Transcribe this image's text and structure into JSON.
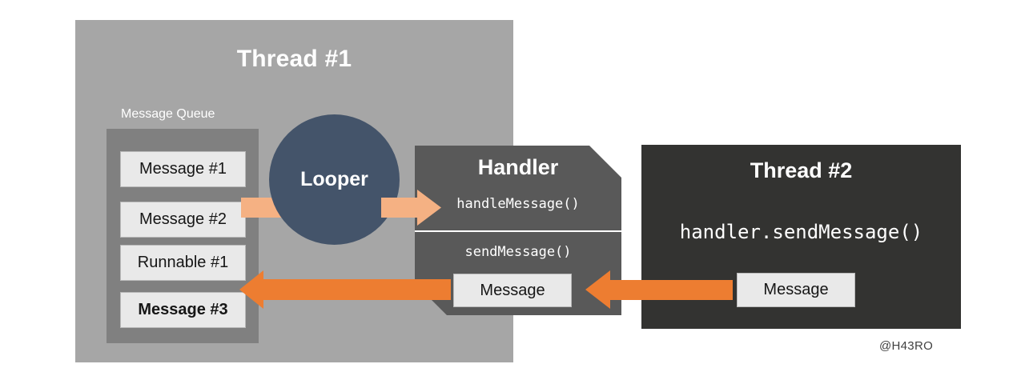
{
  "diagram": {
    "watermark": "@H43RO",
    "colors": {
      "thread1_bg": "#a6a6a6",
      "queue_bg": "#808080",
      "message_bg": "#e9e9e9",
      "looper_bg": "#44546a",
      "handler_bg": "#595959",
      "thread2_bg": "#333331",
      "arrow_light": "#f5b183",
      "arrow_dark": "#ed7d31",
      "page_bg": "#ffffff"
    }
  },
  "thread1": {
    "title": "Thread #1",
    "queue_label": "Message Queue",
    "queue_items": [
      {
        "label": "Message #1",
        "bold": false
      },
      {
        "label": "Message #2",
        "bold": false
      },
      {
        "label": "Runnable #1",
        "bold": false
      },
      {
        "label": "Message #3",
        "bold": true
      }
    ]
  },
  "looper": {
    "label": "Looper"
  },
  "handler": {
    "title": "Handler",
    "handle_method": "handleMessage()",
    "send_method": "sendMessage()",
    "message_label": "Message"
  },
  "thread2": {
    "title": "Thread #2",
    "method": "handler.sendMessage()",
    "message_label": "Message"
  },
  "arrows": [
    {
      "name": "queue-to-looper",
      "from": "Message #2",
      "to": "Looper",
      "direction": "right",
      "color": "#f5b183"
    },
    {
      "name": "looper-to-handler",
      "from": "Looper",
      "to": "handleMessage()",
      "direction": "right",
      "color": "#f5b183"
    },
    {
      "name": "handler-to-queue",
      "from": "Handler Message",
      "to": "Message #3",
      "direction": "left",
      "color": "#ed7d31"
    },
    {
      "name": "thread2-to-handler",
      "from": "Thread #2 Message",
      "to": "Handler",
      "direction": "left",
      "color": "#ed7d31"
    }
  ]
}
